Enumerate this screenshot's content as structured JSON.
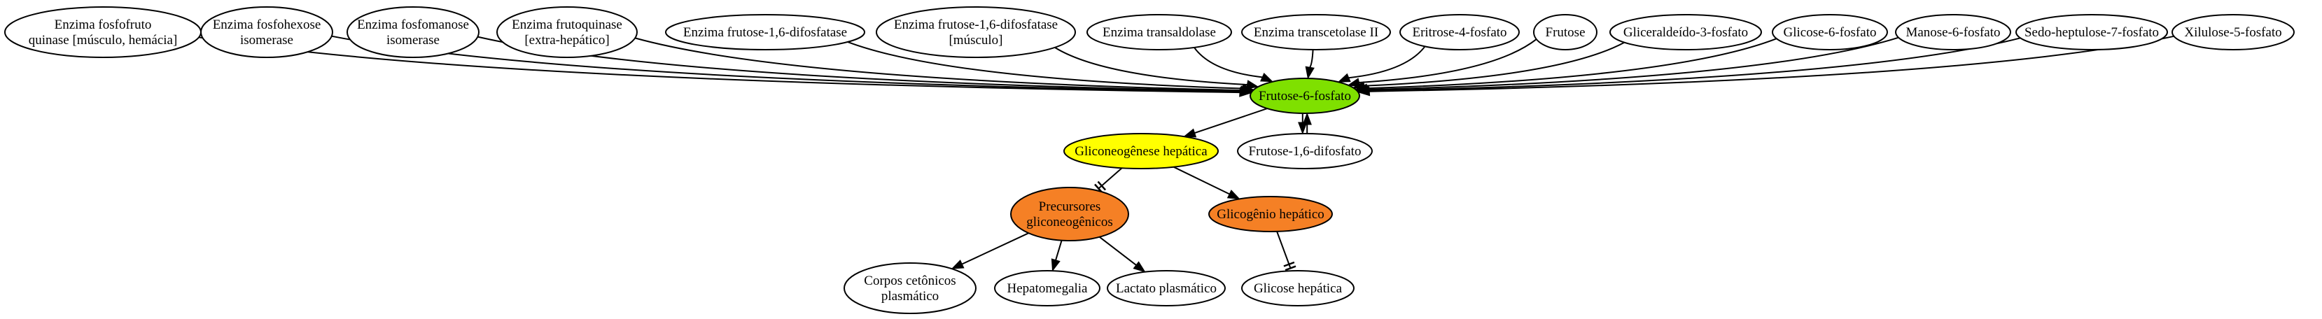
{
  "diagram": {
    "nodes": [
      {
        "id": "n_fosfofruto",
        "lines": [
          "Enzima fosfofruto",
          "quinase [músculo, hemácia]"
        ],
        "fill": "#ffffff"
      },
      {
        "id": "n_fosfohexose",
        "lines": [
          "Enzima fosfohexose",
          "isomerase"
        ],
        "fill": "#ffffff"
      },
      {
        "id": "n_fosfomanose",
        "lines": [
          "Enzima fosfomanose",
          "isomerase"
        ],
        "fill": "#ffffff"
      },
      {
        "id": "n_frutoquinase",
        "lines": [
          "Enzima frutoquinase",
          "[extra-hepático]"
        ],
        "fill": "#ffffff"
      },
      {
        "id": "n_fdp",
        "lines": [
          "Enzima frutose-1,6-difosfatase"
        ],
        "fill": "#ffffff"
      },
      {
        "id": "n_fdp_musc",
        "lines": [
          "Enzima frutose-1,6-difosfatase",
          "[músculo]"
        ],
        "fill": "#ffffff"
      },
      {
        "id": "n_transaldolase",
        "lines": [
          "Enzima transaldolase"
        ],
        "fill": "#ffffff"
      },
      {
        "id": "n_transcetolase",
        "lines": [
          "Enzima transcetolase II"
        ],
        "fill": "#ffffff"
      },
      {
        "id": "n_eritrose",
        "lines": [
          "Eritrose-4-fosfato"
        ],
        "fill": "#ffffff"
      },
      {
        "id": "n_frutose",
        "lines": [
          "Frutose"
        ],
        "fill": "#ffffff"
      },
      {
        "id": "n_gliceraldeido",
        "lines": [
          "Gliceraldeído-3-fosfato"
        ],
        "fill": "#ffffff"
      },
      {
        "id": "n_glicose6p",
        "lines": [
          "Glicose-6-fosfato"
        ],
        "fill": "#ffffff"
      },
      {
        "id": "n_manose6p",
        "lines": [
          "Manose-6-fosfato"
        ],
        "fill": "#ffffff"
      },
      {
        "id": "n_sedo",
        "lines": [
          "Sedo-heptulose-7-fosfato"
        ],
        "fill": "#ffffff"
      },
      {
        "id": "n_xilulose",
        "lines": [
          "Xilulose-5-fosfato"
        ],
        "fill": "#ffffff"
      },
      {
        "id": "n_f6p",
        "lines": [
          "Frutose-6-fosfato"
        ],
        "fill": "#7fe000"
      },
      {
        "id": "n_gng",
        "lines": [
          "Gliconeogênese hepática"
        ],
        "fill": "#ffff00"
      },
      {
        "id": "n_f16dp",
        "lines": [
          "Frutose-1,6-difosfato"
        ],
        "fill": "#ffffff"
      },
      {
        "id": "n_precursores",
        "lines": [
          "Precursores",
          "gliconeogênicos"
        ],
        "fill": "#f58025"
      },
      {
        "id": "n_glicogenio",
        "lines": [
          "Glicogênio hepático"
        ],
        "fill": "#f58025"
      },
      {
        "id": "n_corpos",
        "lines": [
          "Corpos cetônicos",
          "plasmático"
        ],
        "fill": "#ffffff"
      },
      {
        "id": "n_hepatomegalia",
        "lines": [
          "Hepatomegalia"
        ],
        "fill": "#ffffff"
      },
      {
        "id": "n_lactato",
        "lines": [
          "Lactato plasmático"
        ],
        "fill": "#ffffff"
      },
      {
        "id": "n_glicose_hep",
        "lines": [
          "Glicose hepática"
        ],
        "fill": "#ffffff"
      }
    ],
    "edges": [
      {
        "from": "n_fosfofruto",
        "to": "n_f6p",
        "head": "arrow"
      },
      {
        "from": "n_fosfohexose",
        "to": "n_f6p",
        "head": "arrow"
      },
      {
        "from": "n_fosfomanose",
        "to": "n_f6p",
        "head": "arrow"
      },
      {
        "from": "n_frutoquinase",
        "to": "n_f6p",
        "head": "arrow"
      },
      {
        "from": "n_fdp",
        "to": "n_f6p",
        "head": "arrow"
      },
      {
        "from": "n_fdp_musc",
        "to": "n_f6p",
        "head": "arrow"
      },
      {
        "from": "n_transaldolase",
        "to": "n_f6p",
        "head": "arrow"
      },
      {
        "from": "n_transcetolase",
        "to": "n_f6p",
        "head": "arrow"
      },
      {
        "from": "n_eritrose",
        "to": "n_f6p",
        "head": "arrow"
      },
      {
        "from": "n_frutose",
        "to": "n_f6p",
        "head": "arrow"
      },
      {
        "from": "n_gliceraldeido",
        "to": "n_f6p",
        "head": "arrow"
      },
      {
        "from": "n_glicose6p",
        "to": "n_f6p",
        "head": "arrow"
      },
      {
        "from": "n_manose6p",
        "to": "n_f6p",
        "head": "arrow"
      },
      {
        "from": "n_sedo",
        "to": "n_f6p",
        "head": "arrow"
      },
      {
        "from": "n_xilulose",
        "to": "n_f6p",
        "head": "arrow"
      },
      {
        "from": "n_f6p",
        "to": "n_gng",
        "head": "arrow"
      },
      {
        "from": "n_f6p",
        "to": "n_f16dp",
        "head": "arrow"
      },
      {
        "from": "n_f16dp",
        "to": "n_f6p",
        "head": "arrow"
      },
      {
        "from": "n_gng",
        "to": "n_precursores",
        "head": "tee"
      },
      {
        "from": "n_gng",
        "to": "n_glicogenio",
        "head": "arrow"
      },
      {
        "from": "n_precursores",
        "to": "n_corpos",
        "head": "arrow"
      },
      {
        "from": "n_precursores",
        "to": "n_hepatomegalia",
        "head": "arrow"
      },
      {
        "from": "n_precursores",
        "to": "n_lactato",
        "head": "arrow"
      },
      {
        "from": "n_glicogenio",
        "to": "n_glicose_hep",
        "head": "tee"
      }
    ]
  }
}
